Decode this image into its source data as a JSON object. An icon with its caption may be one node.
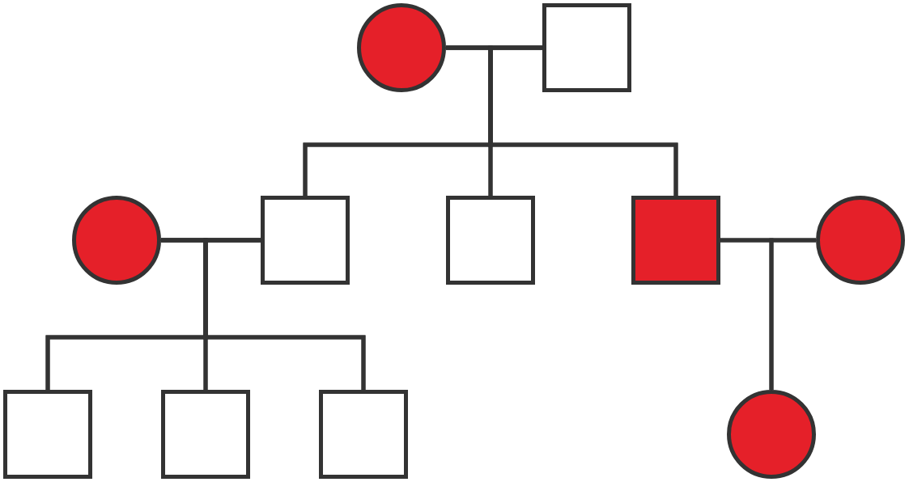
{
  "diagram": {
    "nodes": [
      {
        "text": [],
        "shape": "circle"
      },
      {
        "text": [],
        "shape": "box"
      },
      {
        "text": [],
        "shape": "circle"
      },
      {
        "text": [],
        "shape": "box"
      },
      {
        "text": [],
        "shape": "box"
      },
      {
        "text": [],
        "shape": "box"
      },
      {
        "text": [],
        "shape": "circle"
      },
      {
        "text": [],
        "shape": "box"
      },
      {
        "text": [],
        "shape": "box"
      },
      {
        "text": [],
        "shape": "box"
      },
      {
        "text": [],
        "shape": "circle"
      }
    ],
    "edges": [
      {
        "from": 0,
        "to": 1,
        "arrow": "none"
      },
      {
        "from": 0,
        "to": 3,
        "arrow": "none"
      },
      {
        "from": 1,
        "to": 3,
        "arrow": "none"
      },
      {
        "from": 0,
        "to": 4,
        "arrow": "none"
      },
      {
        "from": 1,
        "to": 4,
        "arrow": "none"
      },
      {
        "from": 0,
        "to": 5,
        "arrow": "none"
      },
      {
        "from": 1,
        "to": 5,
        "arrow": "none"
      },
      {
        "from": 2,
        "to": 3,
        "arrow": "none"
      },
      {
        "from": 2,
        "to": 7,
        "arrow": "none"
      },
      {
        "from": 3,
        "to": 7,
        "arrow": "none"
      },
      {
        "from": 2,
        "to": 8,
        "arrow": "none"
      },
      {
        "from": 3,
        "to": 8,
        "arrow": "none"
      },
      {
        "from": 2,
        "to": 9,
        "arrow": "none"
      },
      {
        "from": 3,
        "to": 9,
        "arrow": "none"
      },
      {
        "from": 5,
        "to": 6,
        "arrow": "none"
      },
      {
        "from": 5,
        "to": 10,
        "arrow": "none"
      },
      {
        "from": 6,
        "to": 10,
        "arrow": "none"
      }
    ]
  }
}
